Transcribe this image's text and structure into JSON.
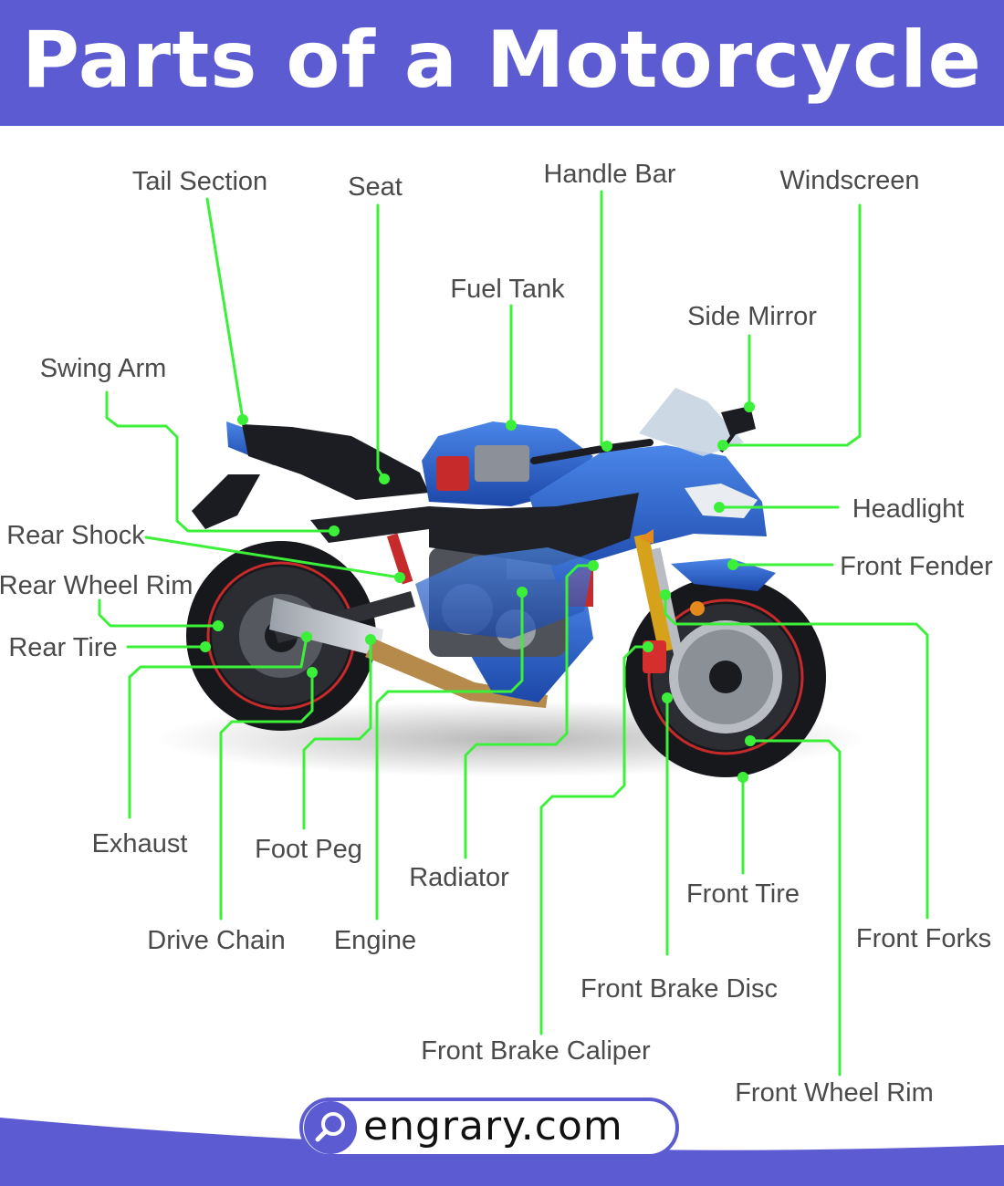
{
  "title": "Parts of a Motorcycle",
  "labels": {
    "tail_section": "Tail Section",
    "seat": "Seat",
    "handle_bar": "Handle Bar",
    "windscreen": "Windscreen",
    "fuel_tank": "Fuel Tank",
    "side_mirror": "Side Mirror",
    "swing_arm": "Swing Arm",
    "headlight": "Headlight",
    "rear_shock": "Rear Shock",
    "front_fender": "Front Fender",
    "rear_wheel_rim": "Rear Wheel Rim",
    "rear_tire": "Rear Tire",
    "exhaust": "Exhaust",
    "foot_peg": "Foot Peg",
    "radiator": "Radiator",
    "front_tire": "Front Tire",
    "front_forks": "Front Forks",
    "drive_chain": "Drive Chain",
    "engine": "Engine",
    "front_brake_disc": "Front Brake Disc",
    "front_brake_caliper": "Front Brake Caliper",
    "front_wheel_rim": "Front Wheel Rim"
  },
  "footer": {
    "brand": "engrary.com",
    "icon": "search-icon"
  },
  "colors": {
    "header": "#5c5bd2",
    "leader": "#3cf03a",
    "bike_blue": "#2a5fc4",
    "bike_dark": "#1a1c22",
    "accent_red": "#d62d2d",
    "fork_gold": "#d6a21c"
  }
}
